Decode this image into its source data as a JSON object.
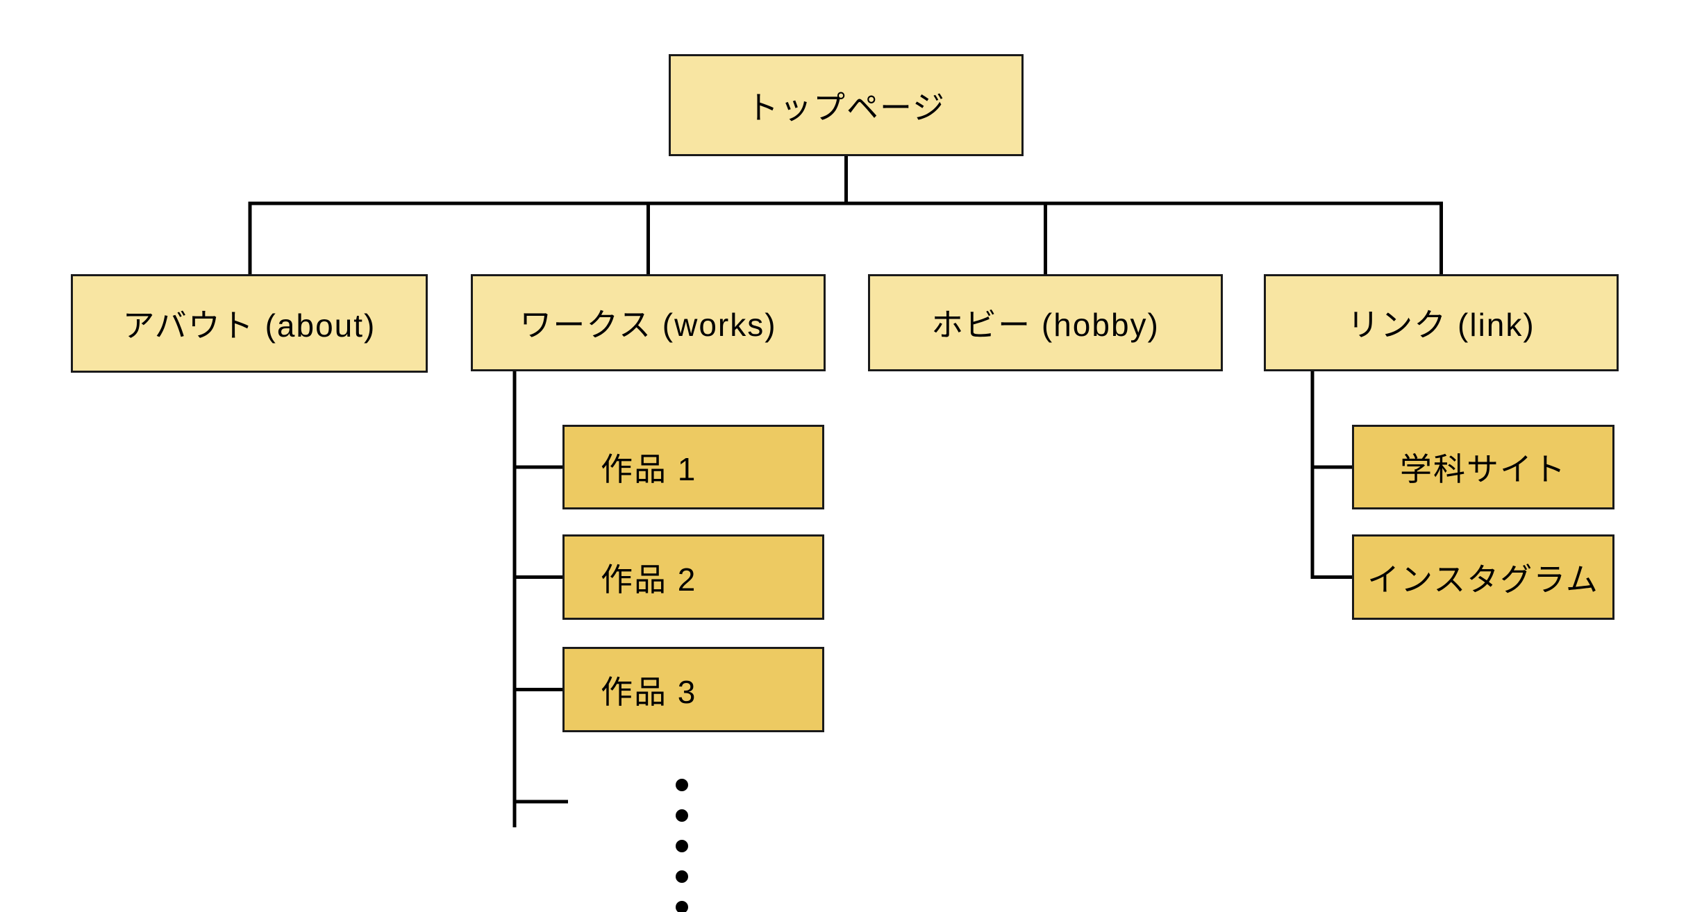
{
  "diagram": {
    "type": "sitemap-tree",
    "root": {
      "label": "トップページ"
    },
    "sections": [
      {
        "id": "about",
        "label": "アバウト (about)"
      },
      {
        "id": "works",
        "label": "ワークス (works)"
      },
      {
        "id": "hobby",
        "label": "ホビー (hobby)"
      },
      {
        "id": "link",
        "label": "リンク (link)"
      }
    ],
    "works_items": [
      {
        "label": "作品 1"
      },
      {
        "label": "作品 2"
      },
      {
        "label": "作品 3"
      }
    ],
    "works_more_dots": 5,
    "link_items": [
      {
        "label": "学科サイト"
      },
      {
        "label": "インスタグラム"
      }
    ]
  },
  "colors": {
    "page_bg": "#FFFFFF",
    "node_fill_light": "#F8E5A2",
    "node_fill_dark": "#EDCA62",
    "node_border": "#1A1A1A",
    "connector": "#000000",
    "text": "#000000"
  }
}
